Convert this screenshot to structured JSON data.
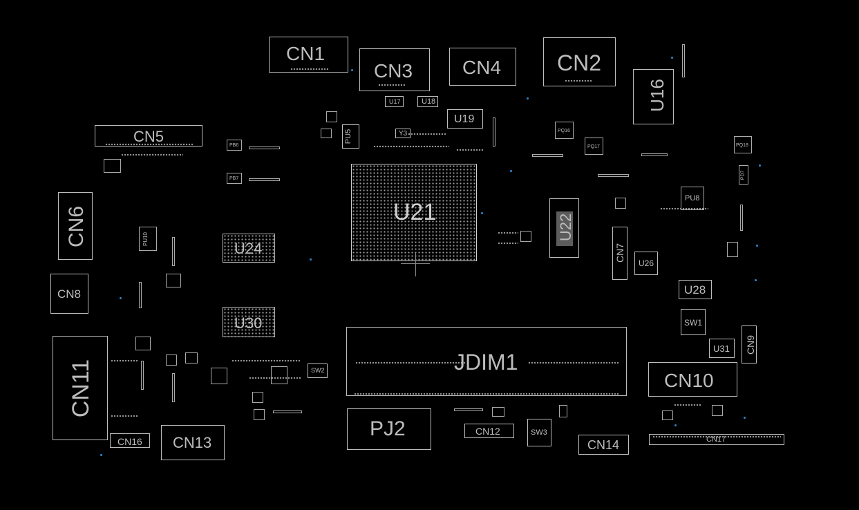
{
  "large_labels": {
    "cn1": "CN1",
    "cn2": "CN2",
    "cn3": "CN3",
    "cn4": "CN4",
    "cn5": "CN5",
    "cn6": "CN6",
    "cn7": "CN7",
    "cn8": "CN8",
    "cn9": "CN9",
    "cn10": "CN10",
    "cn11": "CN11",
    "cn12": "CN12",
    "cn13": "CN13",
    "cn14": "CN14",
    "cn16": "CN16",
    "cn17": "CN17",
    "u16": "U16",
    "u19": "U19",
    "u21": "U21",
    "u22": "U22",
    "u24": "U24",
    "u26": "U26",
    "u28": "U28",
    "u30": "U30",
    "u31": "U31",
    "jdim1": "JDIM1",
    "pj2": "PJ2",
    "sw1": "SW1",
    "sw2": "SW2",
    "sw3": "SW3",
    "pu5": "PU5",
    "y3": "Y3",
    "u17": "U17",
    "u18": "U18"
  },
  "small_labels": {
    "pq18": "PQ18",
    "pd7": "PD7",
    "pq16": "PQ16",
    "pq17": "PQ17",
    "pu8": "PU8",
    "pu10": "PU10",
    "pb6": "PB6",
    "pb7": "PB7"
  },
  "colors": {
    "background": "#000000",
    "outline": "#bdbdbd",
    "pad": "#9a9a9a",
    "via": "#2a8ad8"
  }
}
